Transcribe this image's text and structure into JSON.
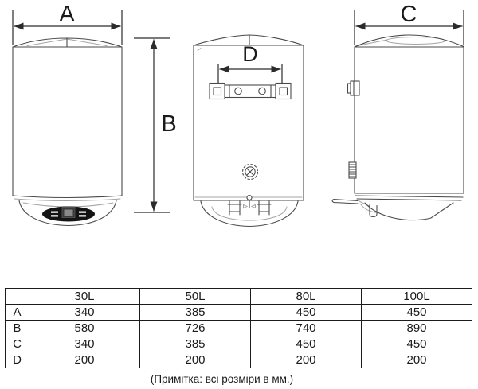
{
  "dims": {
    "a": "A",
    "b": "B",
    "c": "C",
    "d": "D"
  },
  "icons": {
    "drain_knob": "gear-knob-icon",
    "control_display": "lcd-display",
    "arrowheads": "dimension-arrow"
  },
  "table": {
    "corner_header": "",
    "col_headers": [
      "30L",
      "50L",
      "80L",
      "100L"
    ],
    "rows": [
      {
        "label": "A",
        "values": [
          "340",
          "385",
          "450",
          "450"
        ]
      },
      {
        "label": "B",
        "values": [
          "580",
          "726",
          "740",
          "890"
        ]
      },
      {
        "label": "C",
        "values": [
          "340",
          "385",
          "450",
          "450"
        ]
      },
      {
        "label": "D",
        "values": [
          "200",
          "200",
          "200",
          "200"
        ]
      }
    ]
  },
  "note": "(Примітка: всі розміри в мм.)",
  "colors": {
    "background": "#ffffff",
    "line": "#4a4a4a",
    "dim_line": "#2b2b2b",
    "text": "#1a1a1a",
    "panel_black": "#141414",
    "table_border": "#1c1c1c"
  }
}
